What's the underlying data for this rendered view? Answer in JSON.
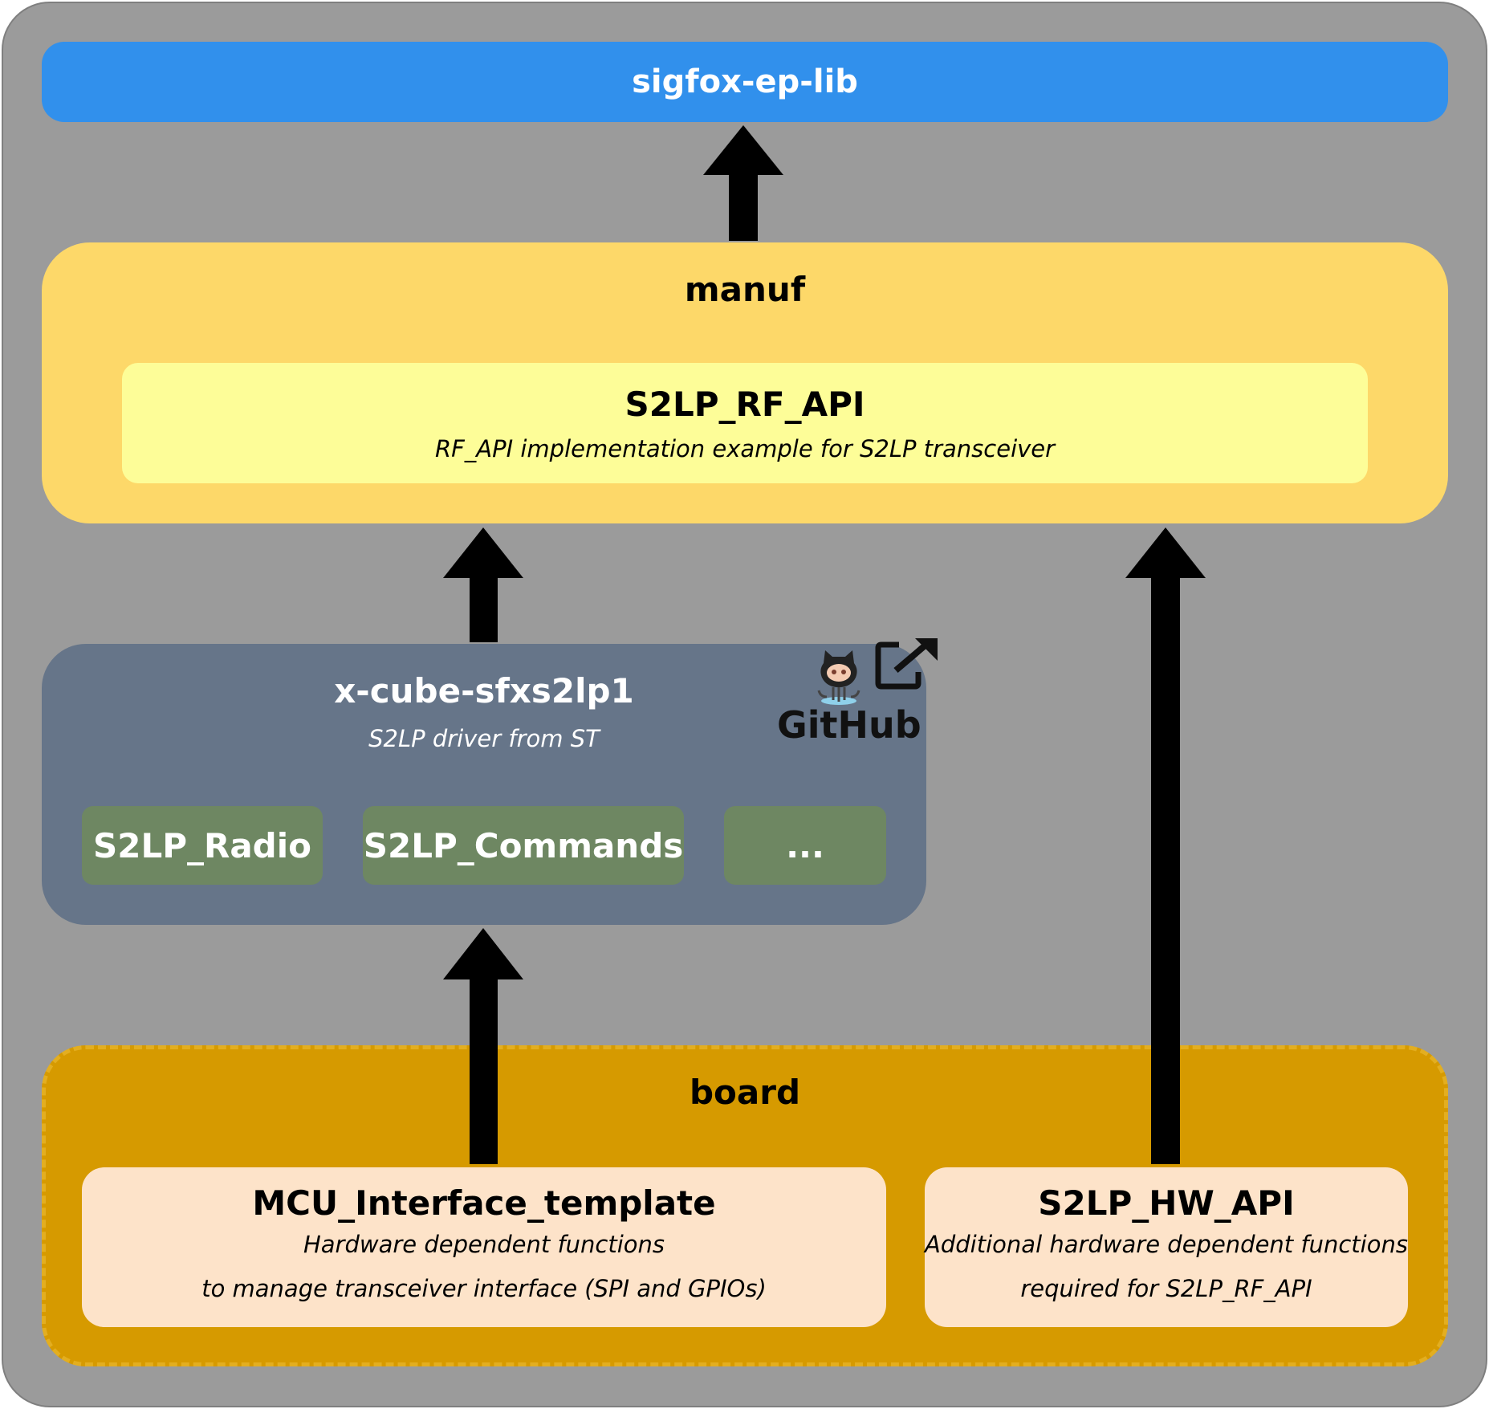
{
  "top_bar": {
    "label": "sigfox-ep-lib"
  },
  "manuf": {
    "title": "manuf",
    "rf_api": {
      "title": "S2LP_RF_API",
      "subtitle": "RF_API implementation example for S2LP transceiver"
    }
  },
  "xcube": {
    "title": "x-cube-sfxs2lp1",
    "subtitle": "S2LP driver from ST",
    "github_label": "GitHub",
    "modules": [
      "S2LP_Radio",
      "S2LP_Commands",
      "..."
    ]
  },
  "board": {
    "title": "board",
    "mcu_interface": {
      "title": "MCU_Interface_template",
      "lines": [
        "Hardware dependent functions",
        "to manage transceiver interface (SPI and GPIOs)"
      ]
    },
    "s2lp_hw_api": {
      "title": "S2LP_HW_API",
      "lines": [
        "Additional hardware dependent functions",
        "required for S2LP_RF_API"
      ]
    }
  },
  "colors": {
    "frame": "#9b9b9b",
    "top_bar": "#3190ec",
    "manuf": "#fdd869",
    "rf_api": "#fdfd98",
    "xcube": "#667589",
    "module": "#6e8762",
    "board": "#d69a00",
    "hw_box": "#fde3c9",
    "arrow": "#000000"
  },
  "icons": [
    "github-octocat-icon",
    "external-link-icon"
  ]
}
